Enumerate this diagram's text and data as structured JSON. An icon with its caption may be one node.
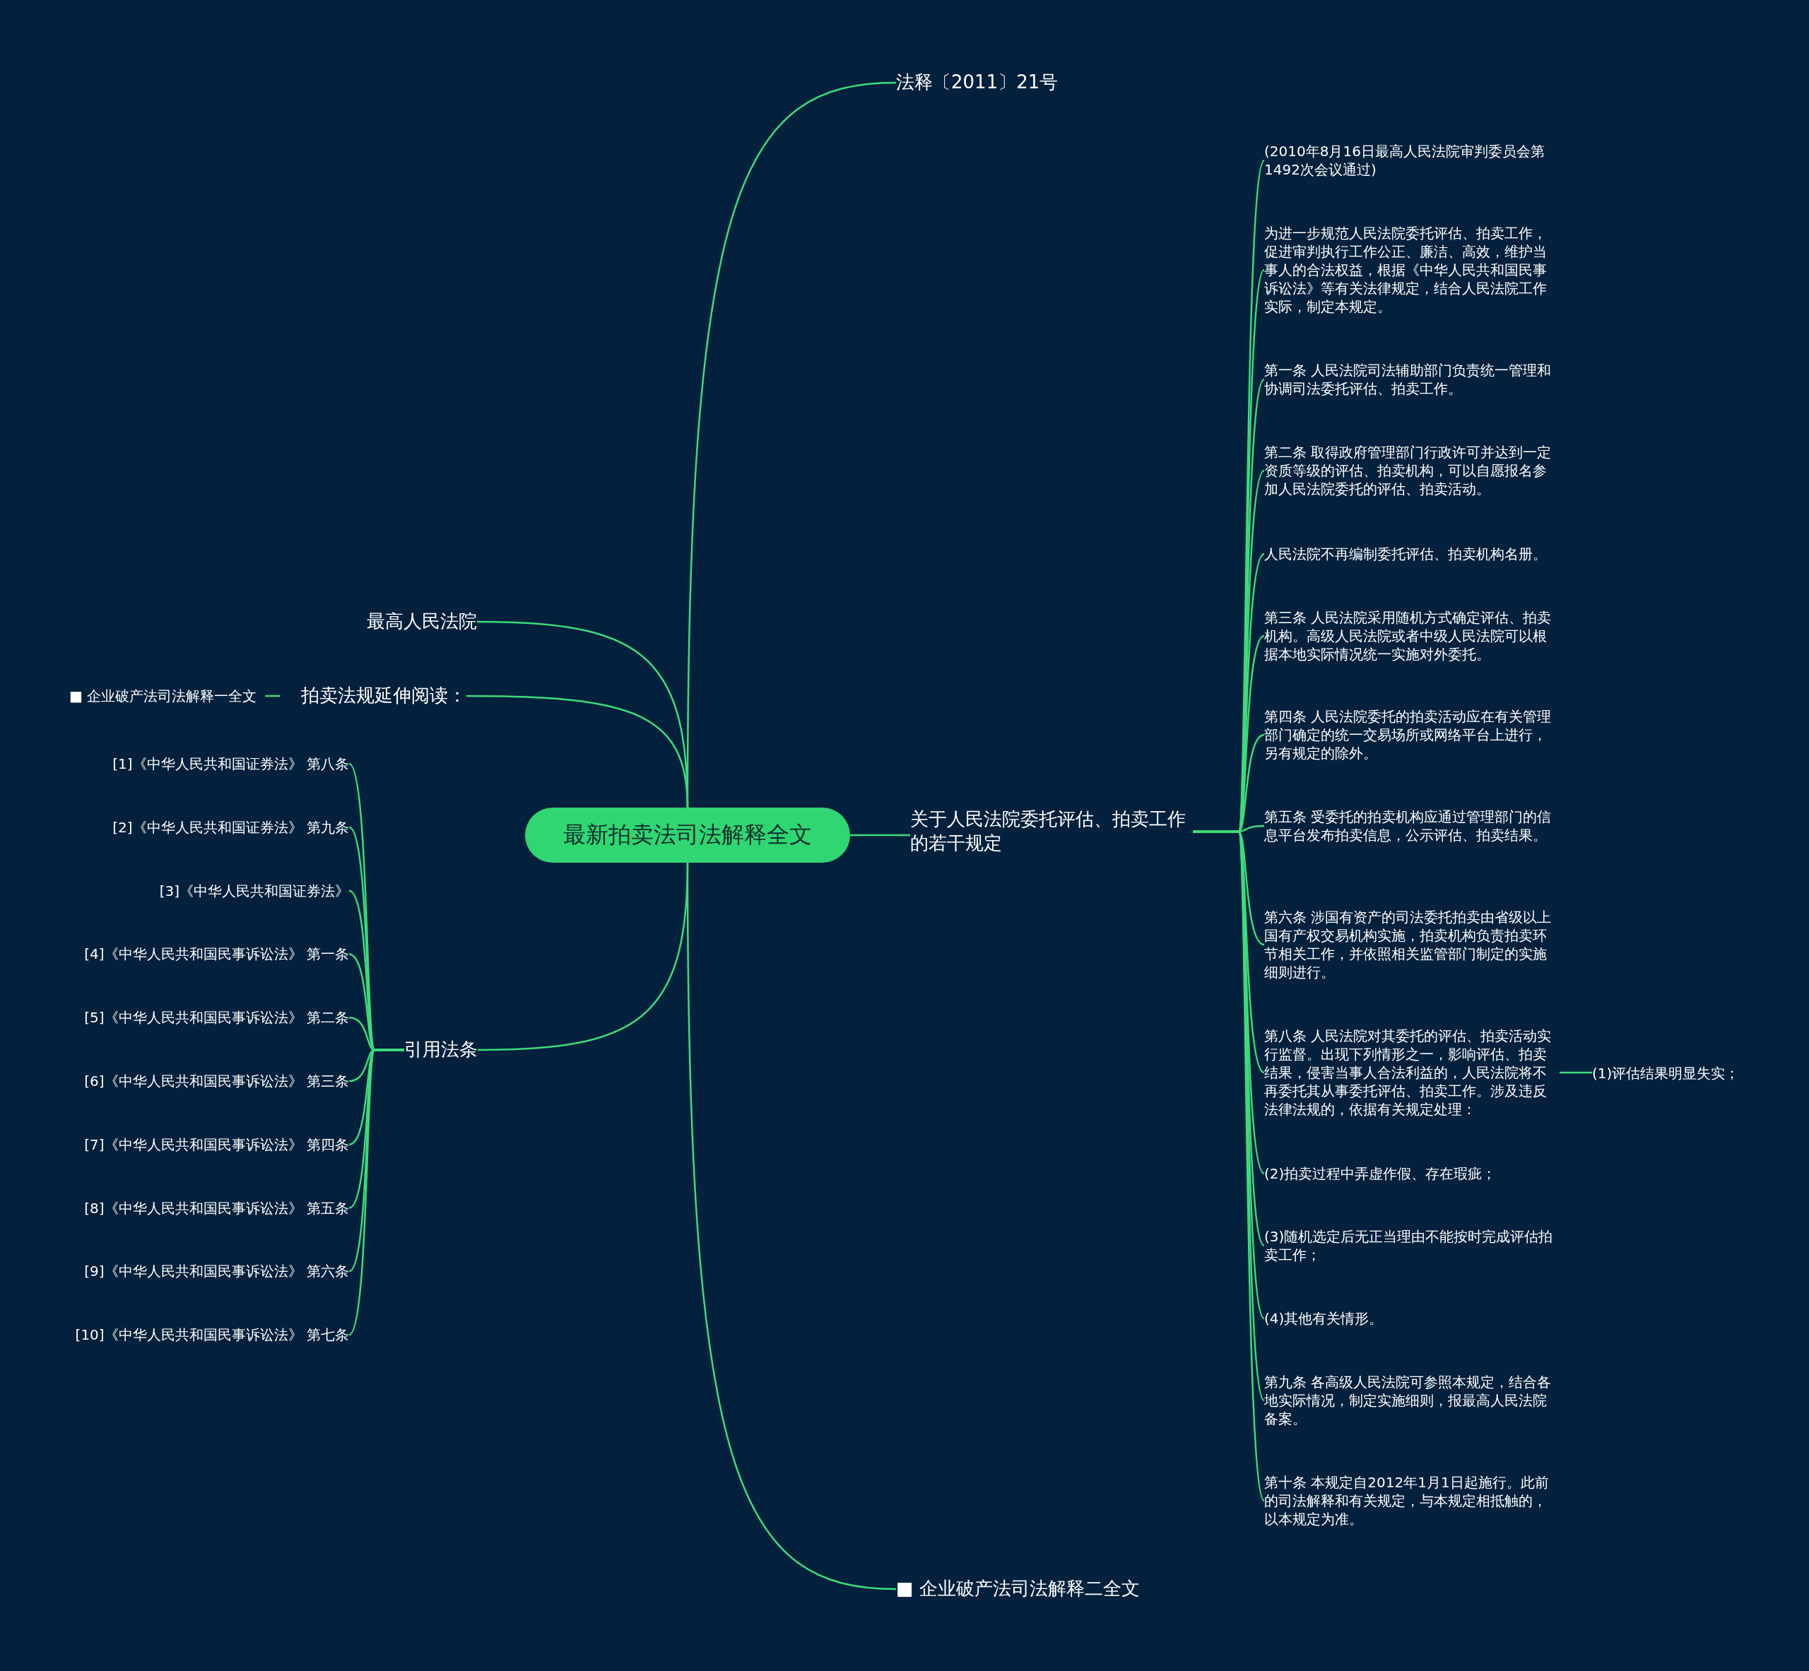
{
  "diagram": {
    "nodes": [
      {
        "text": [
          "最新拍卖法司法解释全文"
        ]
      },
      {
        "text": [
          "法释〔2011〕21号"
        ]
      },
      {
        "text": [
          "最高人民法院"
        ]
      },
      {
        "text": [
          "拍卖法规延伸阅读："
        ]
      },
      {
        "text": [
          "■ 企业破产法司法解释一全文"
        ]
      },
      {
        "text": [
          "引用法条"
        ]
      },
      {
        "text": [
          "[1]《中华人民共和国证券法》 第八条"
        ]
      },
      {
        "text": [
          "[2]《中华人民共和国证券法》 第九条"
        ]
      },
      {
        "text": [
          "[3]《中华人民共和国证券法》"
        ]
      },
      {
        "text": [
          "[4]《中华人民共和国民事诉讼法》 第一条"
        ]
      },
      {
        "text": [
          "[5]《中华人民共和国民事诉讼法》 第二条"
        ]
      },
      {
        "text": [
          "[6]《中华人民共和国民事诉讼法》 第三条"
        ]
      },
      {
        "text": [
          "[7]《中华人民共和国民事诉讼法》 第四条"
        ]
      },
      {
        "text": [
          "[8]《中华人民共和国民事诉讼法》 第五条"
        ]
      },
      {
        "text": [
          "[9]《中华人民共和国民事诉讼法》 第六条"
        ]
      },
      {
        "text": [
          "[10]《中华人民共和国民事诉讼法》 第七条"
        ]
      },
      {
        "text": [
          "关于人民法院委托评估、拍卖工作的若干规定"
        ]
      },
      {
        "text": [
          "(2010年8月16日最高人民法院审判委员会第1492次会议通过)"
        ]
      },
      {
        "text": [
          "为进一步规范人民法院委托评估、拍卖工作，促进审判执行工作公正、廉洁、高效，维护当事人的合法权益，根据《中华人民共和国民事诉讼法》等有关法律规定，结合人民法院工作实际，制定本规定。"
        ]
      },
      {
        "text": [
          "第一条 人民法院司法辅助部门负责统一管理和协调司法委托评估、拍卖工作。"
        ]
      },
      {
        "text": [
          "第二条 取得政府管理部门行政许可并达到一定资质等级的评估、拍卖机构，可以自愿报名参加人民法院委托的评估、拍卖活动。"
        ]
      },
      {
        "text": [
          "人民法院不再编制委托评估、拍卖机构名册。"
        ]
      },
      {
        "text": [
          "第三条 人民法院采用随机方式确定评估、拍卖机构。高级人民法院或者中级人民法院可以根据本地实际情况统一实施对外委托。"
        ]
      },
      {
        "text": [
          "第四条 人民法院委托的拍卖活动应在有关管理部门确定的统一交易场所或网络平台上进行，另有规定的除外。"
        ]
      },
      {
        "text": [
          "第五条 受委托的拍卖机构应通过管理部门的信息平台发布拍卖信息，公示评估、拍卖结果。"
        ]
      },
      {
        "text": [
          "第六条 涉国有资产的司法委托拍卖由省级以上国有产权交易机构实施，拍卖机构负责拍卖环节相关工作，并依照相关监管部门制定的实施细则进行。"
        ]
      },
      {
        "text": [
          "第八条 人民法院对其委托的评估、拍卖活动实行监督。出现下列情形之一，影响评估、拍卖结果，侵害当事人合法利益的，人民法院将不再委托其从事委托评估、拍卖工作。涉及违反法律法规的，依据有关规定处理："
        ]
      },
      {
        "text": [
          "(2)拍卖过程中弄虚作假、存在瑕疵；"
        ]
      },
      {
        "text": [
          "(3)随机选定后无正当理由不能按时完成评估拍卖工作；"
        ]
      },
      {
        "text": [
          "(4)其他有关情形。"
        ]
      },
      {
        "text": [
          "第九条 各高级人民法院可参照本规定，结合各地实际情况，制定实施细则，报最高人民法院备案。"
        ]
      },
      {
        "text": [
          "第十条 本规定自2012年1月1日起施行。此前的司法解释和有关规定，与本规定相抵触的，以本规定为准。"
        ]
      },
      {
        "text": [
          "(1)评估结果明显失实；"
        ]
      },
      {
        "text": [
          "■ 企业破产法司法解释二全文"
        ]
      }
    ],
    "edges": [
      {
        "from": 0,
        "to": 1,
        "arrow": "none"
      },
      {
        "from": 0,
        "to": 2,
        "arrow": "none"
      },
      {
        "from": 0,
        "to": 3,
        "arrow": "none"
      },
      {
        "from": 3,
        "to": 4,
        "arrow": "none"
      },
      {
        "from": 0,
        "to": 5,
        "arrow": "none"
      },
      {
        "from": 5,
        "to": 6,
        "arrow": "none"
      },
      {
        "from": 5,
        "to": 7,
        "arrow": "none"
      },
      {
        "from": 5,
        "to": 8,
        "arrow": "none"
      },
      {
        "from": 5,
        "to": 9,
        "arrow": "none"
      },
      {
        "from": 5,
        "to": 10,
        "arrow": "none"
      },
      {
        "from": 5,
        "to": 11,
        "arrow": "none"
      },
      {
        "from": 5,
        "to": 12,
        "arrow": "none"
      },
      {
        "from": 5,
        "to": 13,
        "arrow": "none"
      },
      {
        "from": 5,
        "to": 14,
        "arrow": "none"
      },
      {
        "from": 5,
        "to": 15,
        "arrow": "none"
      },
      {
        "from": 0,
        "to": 16,
        "arrow": "none"
      },
      {
        "from": 16,
        "to": 17,
        "arrow": "none"
      },
      {
        "from": 16,
        "to": 18,
        "arrow": "none"
      },
      {
        "from": 16,
        "to": 19,
        "arrow": "none"
      },
      {
        "from": 16,
        "to": 20,
        "arrow": "none"
      },
      {
        "from": 16,
        "to": 21,
        "arrow": "none"
      },
      {
        "from": 16,
        "to": 22,
        "arrow": "none"
      },
      {
        "from": 16,
        "to": 23,
        "arrow": "none"
      },
      {
        "from": 16,
        "to": 24,
        "arrow": "none"
      },
      {
        "from": 16,
        "to": 25,
        "arrow": "none"
      },
      {
        "from": 16,
        "to": 26,
        "arrow": "none"
      },
      {
        "from": 16,
        "to": 27,
        "arrow": "none"
      },
      {
        "from": 16,
        "to": 28,
        "arrow": "none"
      },
      {
        "from": 16,
        "to": 29,
        "arrow": "none"
      },
      {
        "from": 16,
        "to": 30,
        "arrow": "none"
      },
      {
        "from": 16,
        "to": 31,
        "arrow": "none"
      },
      {
        "from": 26,
        "to": 32,
        "arrow": "none"
      },
      {
        "from": 0,
        "to": 33,
        "arrow": "none"
      }
    ]
  }
}
